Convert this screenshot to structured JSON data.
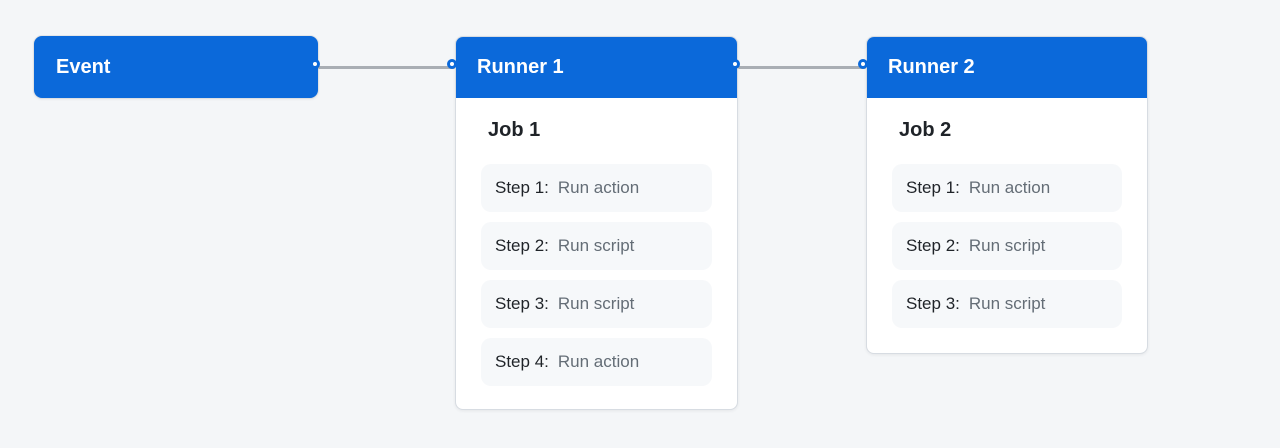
{
  "colors": {
    "background": "#f4f6f8",
    "accent_blue": "#0b69da",
    "card_background": "#ffffff",
    "card_border": "#d7dce2",
    "step_background": "#f6f8fa",
    "connector_line": "#a9aeb4",
    "connector_dot_fill": "#ffffff",
    "header_text": "#ffffff",
    "job_text": "#1f2328",
    "step_label_text": "#1f2328",
    "step_action_text": "#646d76"
  },
  "diagram": {
    "event": {
      "label": "Event"
    },
    "runners": [
      {
        "label": "Runner 1",
        "job": {
          "title": "Job 1",
          "steps": [
            {
              "label": "Step 1:",
              "action": "Run action"
            },
            {
              "label": "Step 2:",
              "action": "Run script"
            },
            {
              "label": "Step 3:",
              "action": "Run script"
            },
            {
              "label": "Step 4:",
              "action": "Run action"
            }
          ]
        }
      },
      {
        "label": "Runner 2",
        "job": {
          "title": "Job 2",
          "steps": [
            {
              "label": "Step 1:",
              "action": "Run action"
            },
            {
              "label": "Step 2:",
              "action": "Run script"
            },
            {
              "label": "Step 3:",
              "action": "Run script"
            }
          ]
        }
      }
    ]
  }
}
